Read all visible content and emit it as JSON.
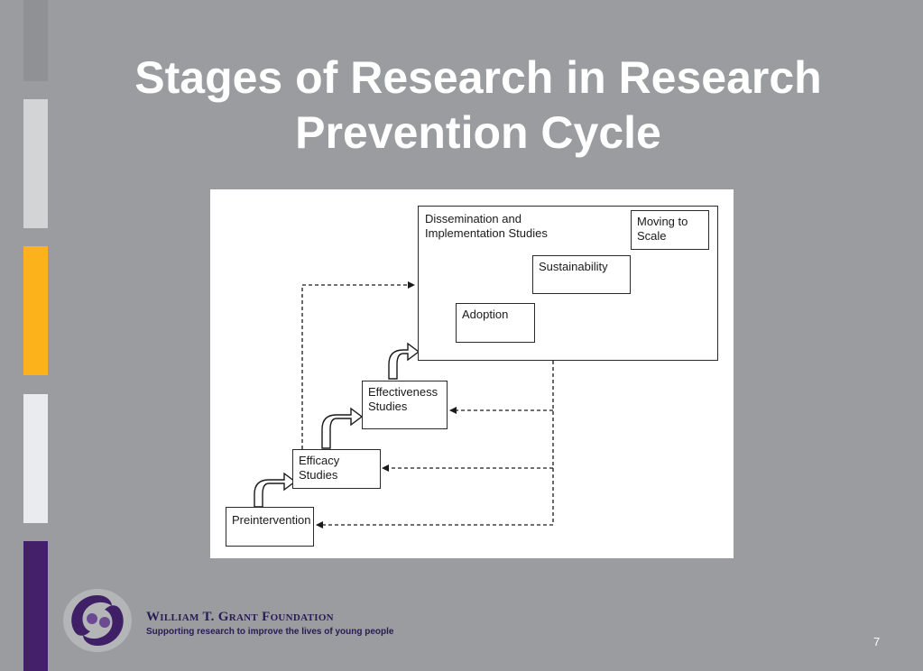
{
  "slide": {
    "title_line1": "Stages of Research in Research",
    "title_line2": "Prevention Cycle",
    "page_number": "7"
  },
  "diagram": {
    "outer_box_label": "Dissemination and Implementation Studies",
    "moving_to_scale": "Moving to Scale",
    "sustainability": "Sustainability",
    "adoption": "Adoption",
    "effectiveness": "Effectiveness Studies",
    "efficacy": "Efficacy Studies",
    "preintervention": "Preintervention"
  },
  "footer": {
    "org_name": "William T. Grant Foundation",
    "tagline": "Supporting research to improve the lives of young people"
  },
  "colors": {
    "background": "#9a9c9f",
    "stripe_1": "#8f9194",
    "stripe_2": "#d3d4d5",
    "stripe_3": "#fbb21b",
    "stripe_4": "#e9ebee",
    "stripe_5": "#44206b",
    "brand_purple": "#3f2066"
  }
}
